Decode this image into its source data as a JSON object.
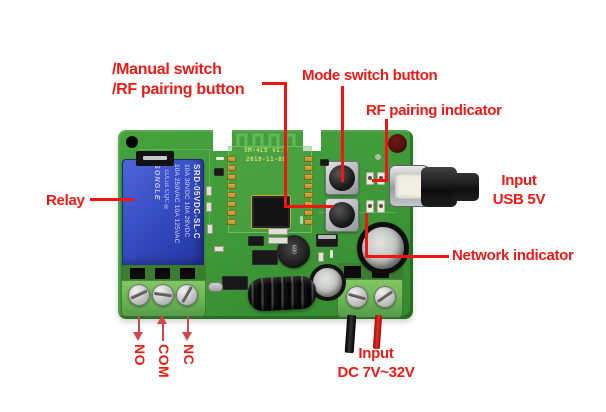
{
  "annotations": {
    "relay_label": "Relay",
    "manual_switch_line1": "/Manual switch",
    "manual_switch_line2": "/RF pairing button",
    "mode_switch": "Mode switch button",
    "rf_pairing_indicator": "RF pairing indicator",
    "input_usb_line1": "Input",
    "input_usb_line2": "USB 5V",
    "network_indicator": "Network indicator",
    "input_dc_line1": "Input",
    "input_dc_line2": "DC 7V~32V",
    "terminal_no": "NO",
    "terminal_com": "COM",
    "terminal_nc": "NC"
  },
  "board": {
    "silkscreen_model": "SM-4LS V1.0",
    "silkscreen_date": "2019-11-08",
    "relay": {
      "brand": "SONGLE",
      "part_number": "SRD-05VDC-SL-C",
      "rating_line1": "10A 250VAC 10A 125VAC",
      "rating_line2": "10A 30VDC 10A 28VDC",
      "marks": "1  cULus  CQC ®"
    },
    "inductor_label": "680"
  },
  "colors": {
    "annotation_red": "#ed1a15",
    "callout_line_red": "#f21414",
    "arrow_red": "#cf4850",
    "pcb_green": "#3f9a39",
    "terminal_green": "#6fbb58",
    "relay_blue": "#3b53c4",
    "background": "#ffffff"
  }
}
